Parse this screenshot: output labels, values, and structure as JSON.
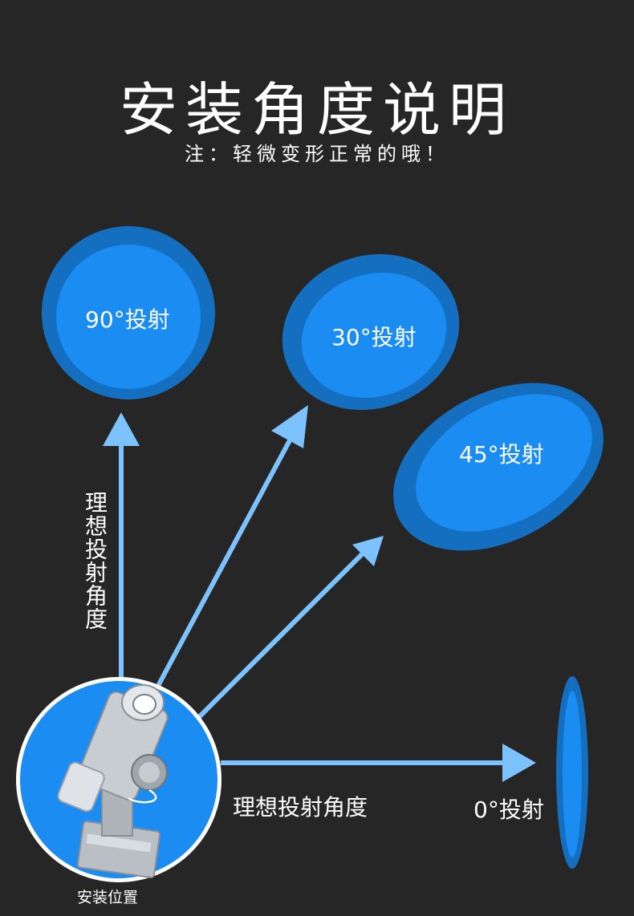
{
  "header": {
    "title": "安装角度说明",
    "subtitle": "注：轻微变形正常的哦！"
  },
  "projections": [
    {
      "label": "90°投射"
    },
    {
      "label": "30°投射"
    },
    {
      "label": "45°投射"
    },
    {
      "label": "0°投射"
    }
  ],
  "ideal_angle_vertical": "理想投射角度",
  "ideal_angle_horizontal": "理想投射角度",
  "install_position": "安装位置",
  "colors": {
    "background": "#262626",
    "ellipse_outer": "#156fc0",
    "ellipse_inner": "#1a8cf2",
    "arrow": "#7cc2ff",
    "projector_circle": "#1a8cf2"
  }
}
